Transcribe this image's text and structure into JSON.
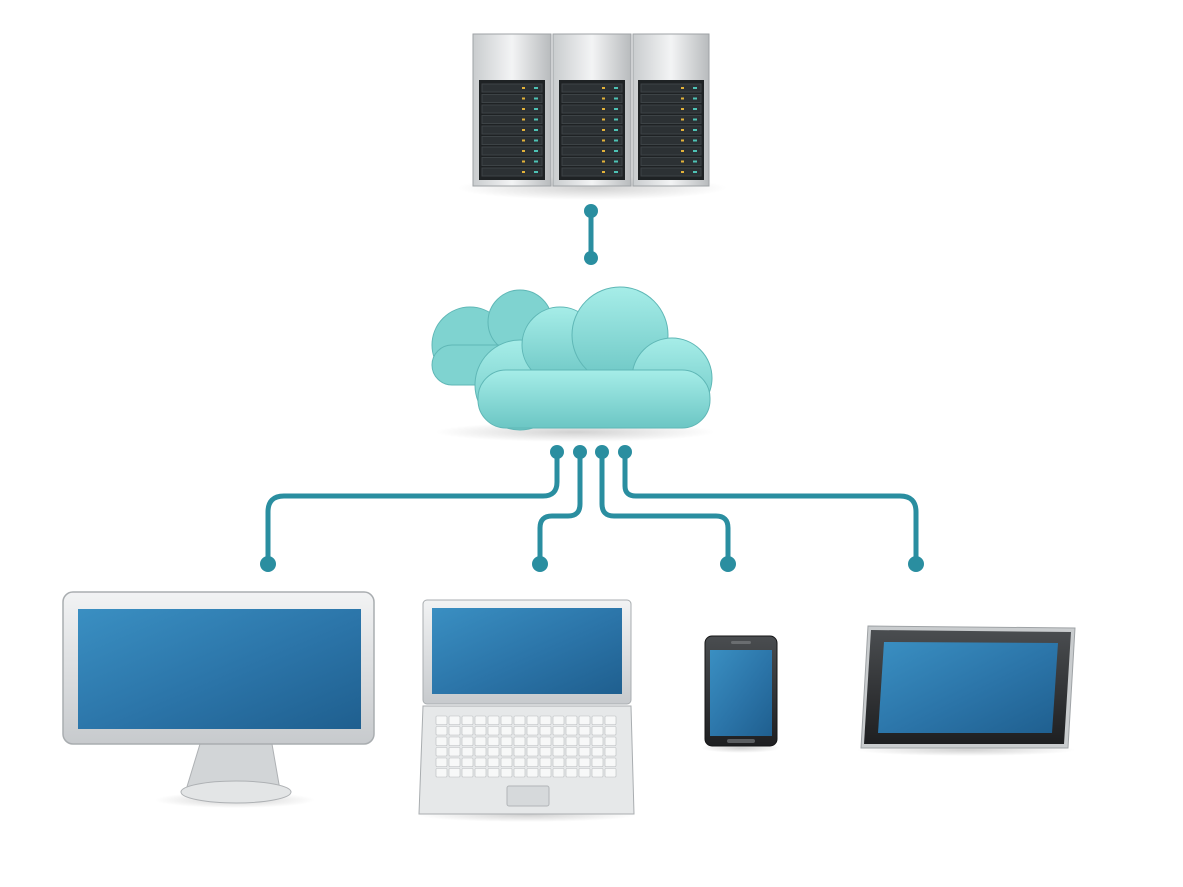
{
  "diagram": {
    "nodes": [
      {
        "id": "server-rack",
        "kind": "server",
        "units": 3
      },
      {
        "id": "cloud",
        "kind": "cloud"
      },
      {
        "id": "desktop-monitor",
        "kind": "desktop"
      },
      {
        "id": "laptop",
        "kind": "laptop"
      },
      {
        "id": "smartphone",
        "kind": "phone"
      },
      {
        "id": "tablet",
        "kind": "tablet"
      }
    ],
    "edges": [
      {
        "from": "server-rack",
        "to": "cloud"
      },
      {
        "from": "cloud",
        "to": "desktop-monitor"
      },
      {
        "from": "cloud",
        "to": "laptop"
      },
      {
        "from": "cloud",
        "to": "smartphone"
      },
      {
        "from": "cloud",
        "to": "tablet"
      }
    ]
  },
  "colors": {
    "connector": "#2a8ea0",
    "cloud": "#8ee0dc",
    "screen": "#2f82b4",
    "device_body": "#d9dcde"
  }
}
